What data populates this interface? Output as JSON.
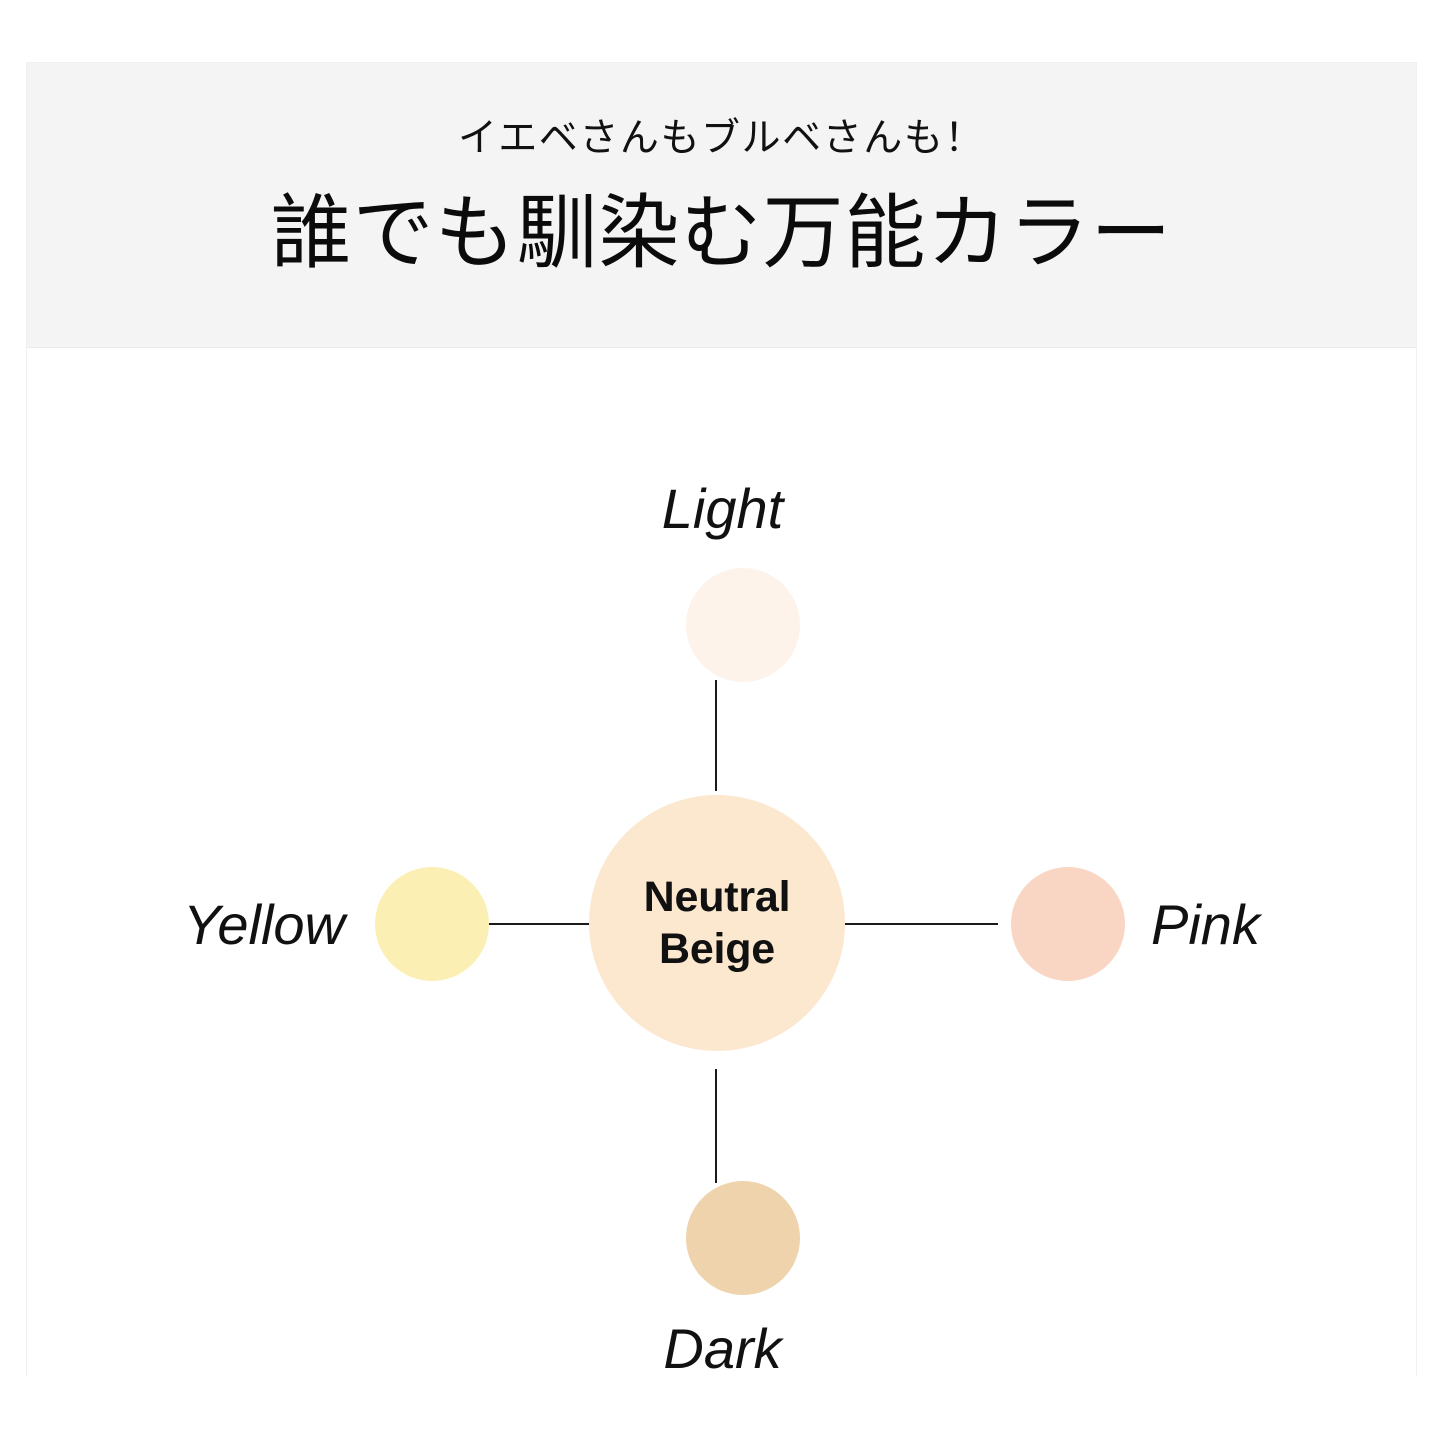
{
  "header": {
    "subtitle": "イエベさんもブルベさんも！",
    "title": "誰でも馴染む万能カラー",
    "background": "#f4f4f4"
  },
  "diagram": {
    "type": "radial-hub-and-spoke",
    "center": {
      "label_line1": "Neutral",
      "label_line2": "Beige",
      "color": "#fce7cf"
    },
    "satellites": [
      {
        "position": "top",
        "label": "Light",
        "color": "#fdf3ea"
      },
      {
        "position": "right",
        "label": "Pink",
        "color": "#f9d5c4"
      },
      {
        "position": "bottom",
        "label": "Dark",
        "color": "#efd3ac"
      },
      {
        "position": "left",
        "label": "Yellow",
        "color": "#fcefb4"
      }
    ],
    "connector_color": "#1a1a1a"
  }
}
